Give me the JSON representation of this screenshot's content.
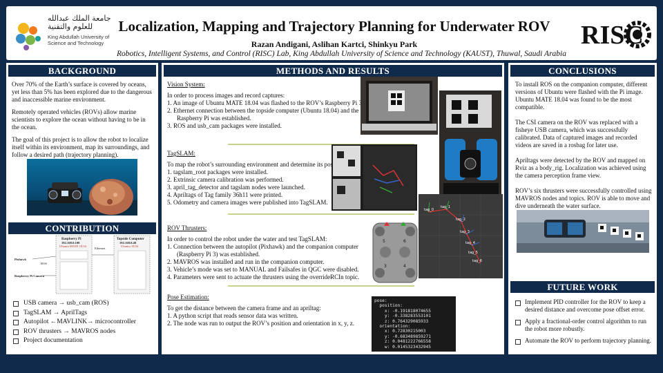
{
  "header": {
    "title": "Localization, Mapping and Trajectory Planning for Underwater ROV",
    "authors": "Razan Andigani, Aslihan Kartci, Shinkyu Park",
    "affiliation": "Robotics, Intelligent Systems, and Control (RISC) Lab, King Abdullah University of Science and Technology (KAUST), Thuwal, Saudi Arabia",
    "logo_left_arabic": "جامعة الملك عبدالله للعلوم والتقنية",
    "logo_left_english": "King Abdullah University of Science and Technology",
    "logo_right_text": "RISC"
  },
  "background": {
    "heading": "BACKGROUND",
    "paragraphs": [
      "Over 70% of the Earth’s surface is covered by oceans, yet less than 5% has been explored due to the dangerous and inaccessible marine environment.",
      "Remotely operated vehicles (ROVs) allow marine scientists to explore the ocean without having to be in the ocean.",
      "The goal of this project is to allow the robot to localize itself within its environment, map its surroundings, and follow a desired path (trajectory planning)."
    ]
  },
  "contribution": {
    "heading": "CONTRIBUTION",
    "diagram": {
      "pixhawk": "Pixhawk",
      "rpi_camera": "Raspberry Pi Camera",
      "raspberry_pi": "Raspberry Pi",
      "rpi_ip": "192.168.0.100",
      "rpi_os": "Ubuntu MATE 18.04",
      "topside": "Topside Computer",
      "topside_ip": "192.168.0.48",
      "topside_os": "Ubuntu 18.04",
      "ethernet": "Ethernet",
      "ros": "ROS"
    },
    "items": [
      "USB camera → usb_cam (ROS)",
      "TagSLAM → AprilTags",
      "Autopilot ←MAVLINK→ microcontroller",
      "ROV thrusters → MAVROS nodes",
      "Project documentation"
    ]
  },
  "methods": {
    "heading": "METHODS AND RESULTS",
    "vision": {
      "title": "Vision System:",
      "intro": "In order to process images and record captures:",
      "items": [
        "1.   An image of Ubuntu MATE 18.04 was flashed to the ROV’s Raspberry Pi 3.",
        "2.   Ethernet connection between the topside computer (Ubuntu 18.04) and the Raspberry Pi was established.",
        "3.   ROS and usb_cam packages were installed."
      ]
    },
    "tagslam": {
      "title": "TagSLAM:",
      "intro": "To map the robot’s surrounding environment and determine its position:",
      "items": [
        "1.   tagslam_root packages were installed.",
        "2.   Extrinsic camera calibration was performed.",
        "3.   april_tag_detector and tagslam nodes were launched.",
        "4.   Apriltags of Tag family 36h11 were printed.",
        "5.   Odometry and camera images were published into TagSLAM."
      ]
    },
    "thrusters": {
      "title": "ROV Thrusters:",
      "intro": "In order to control the robot under the water and test TagSLAM:",
      "items": [
        "1.   Connection between the autopilot (Pixhawk) and the companion computer (Raspberry Pi 3) was established.",
        "2.   MAVROS was installed and run in the companion computer.",
        "3.   Vehicle’s mode was set to MANUAL and Failsafes in QGC were disabled.",
        "4.   Parameters were sent to actuate the thrusters using the overrideRCIn topic."
      ]
    },
    "pose": {
      "title": "Pose Estimation:",
      "intro": "To get the distance between the camera frame and an apriltag:",
      "items": [
        "1.   A python script that reads sensor data was written.",
        "2.   The node was run to output the ROV’s position and orientation in x, y, z."
      ]
    },
    "terminal": {
      "lines": [
        "pose:",
        "  position:",
        "    x: -0.191818074655",
        "    y: -0.338283553101",
        "    z: 0.764329085933",
        "  orientation:",
        "    x: 0.72830215003",
        "    y: -0.683489859271",
        "    z: 0.0481222766558",
        "    w: 0.0145323432945"
      ]
    },
    "tag_labels": [
      "tag_0",
      "tag_1",
      "tag_2",
      "tag_3",
      "tag_4",
      "tag_5",
      "tag_6"
    ]
  },
  "conclusions": {
    "heading": "CONCLUSIONS",
    "paragraphs": [
      "To install ROS on the companion computer, different versions of Ubuntu were flashed with the Pi image. Ubuntu MATE 18.04 was found to be the most compatible.",
      "The CSI camera on the ROV was replaced with a fisheye USB camera, which was successfully calibrated. Data of captured images and recorded videos are saved in a rosbag for later use.",
      "Apriltags were detected by the ROV and mapped on Rviz as a body_rig.  Localization was achieved using the camera perception frame view.",
      "ROV’s six thrusters were successfully controlled using MAVROS nodes and topics. ROV is able to move and dive underneath the water surface."
    ]
  },
  "future": {
    "heading": "FUTURE WORK",
    "items": [
      "Implement PID controller for the ROV to keep a desired distance and overcome pose offset error.",
      "Apply a fractional-order control algorithm to run the robot more robustly.",
      "Automate the ROV to perform trajectory planning."
    ]
  },
  "colors": {
    "navy": "#0f2a4a",
    "separator": "#c8d38a"
  }
}
